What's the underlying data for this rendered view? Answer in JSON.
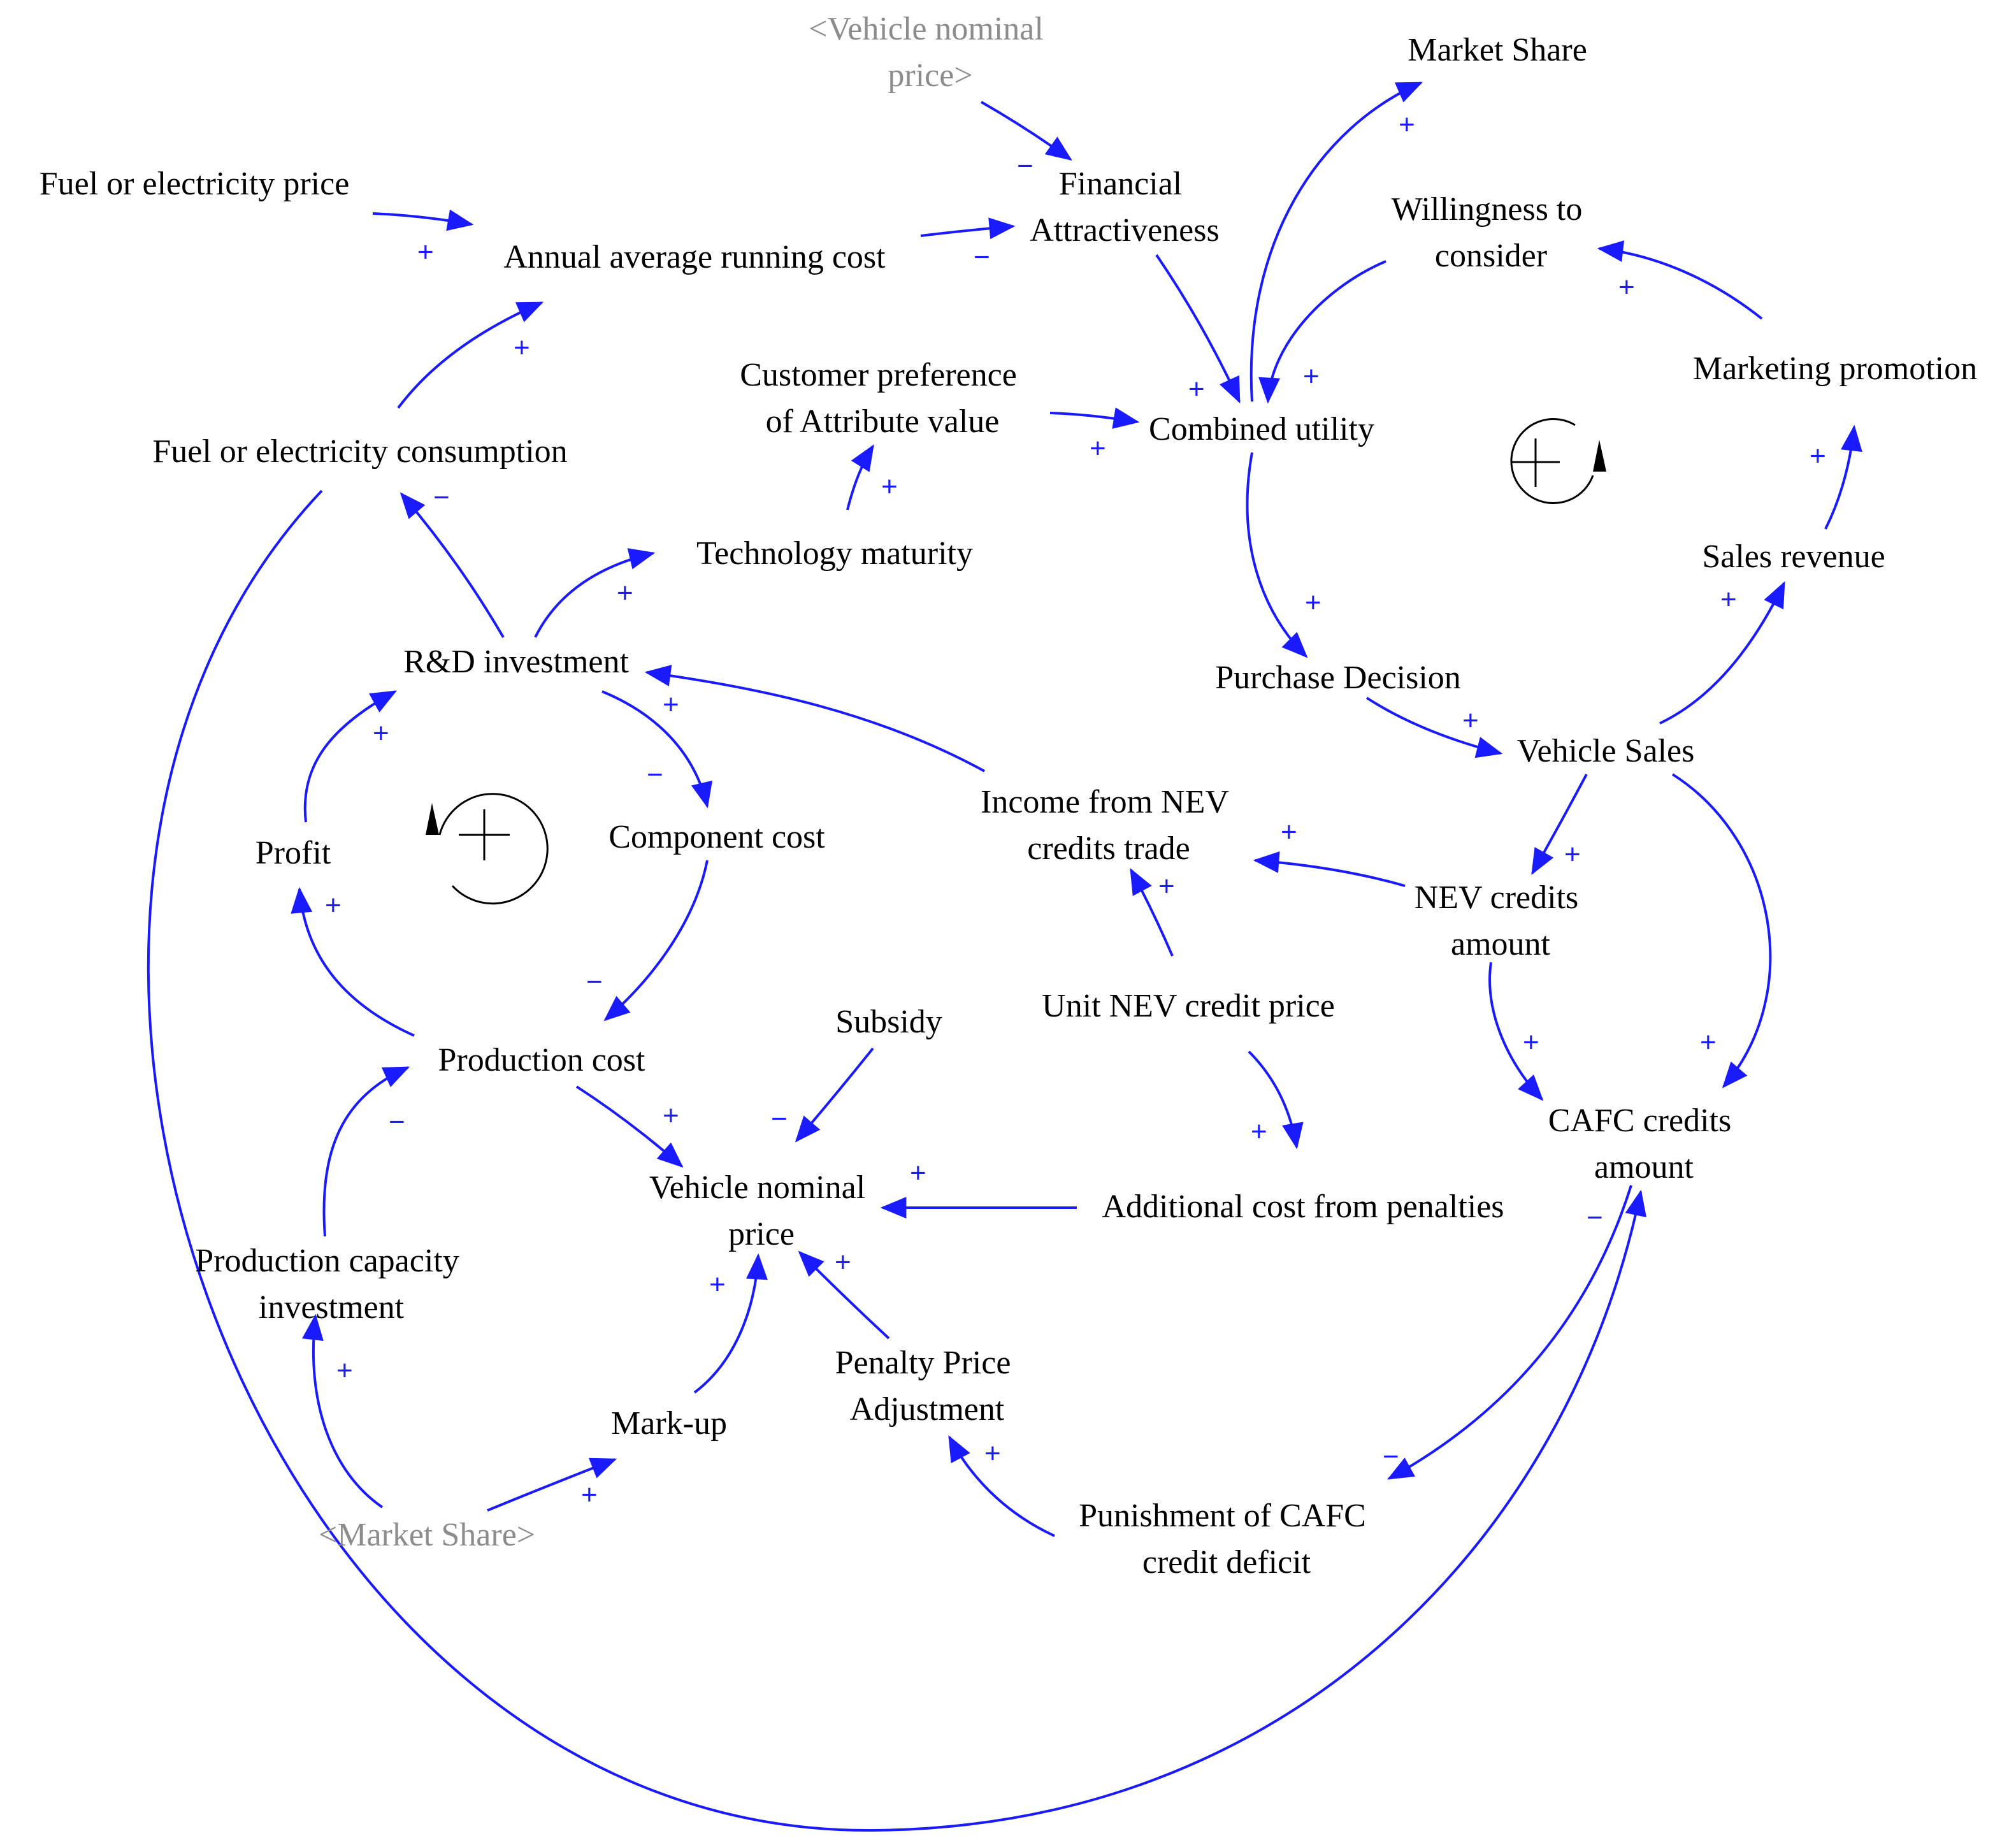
{
  "colors": {
    "link": "#1a1aff",
    "shadow_text": "#8c8c8c",
    "text": "#000000"
  },
  "nodes": {
    "vehicle_nominal_price_shadow": [
      "<Vehicle nominal",
      "price>"
    ],
    "market_share_top": [
      "Market Share"
    ],
    "fuel_price": [
      "Fuel or electricity price"
    ],
    "annual_cost": [
      "Annual average running cost"
    ],
    "financial_attr": [
      "Financial",
      "Attractiveness"
    ],
    "willingness": [
      "Willingness to",
      "consider"
    ],
    "marketing": [
      "Marketing promotion"
    ],
    "customer_pref": [
      "Customer preference",
      "of Attribute value"
    ],
    "combined_utility": [
      "Combined utility"
    ],
    "fuel_consumption": [
      "Fuel or electricity consumption"
    ],
    "tech_maturity": [
      "Technology maturity"
    ],
    "sales_revenue": [
      "Sales revenue"
    ],
    "rd_investment": [
      "R&D investment"
    ],
    "purchase_decision": [
      "Purchase Decision"
    ],
    "vehicle_sales": [
      "Vehicle Sales"
    ],
    "income_nev": [
      "Income from NEV",
      "credits trade"
    ],
    "profit": [
      "Profit"
    ],
    "component_cost": [
      "Component cost"
    ],
    "nev_credits": [
      "NEV credits",
      "amount"
    ],
    "unit_nev_price": [
      "Unit NEV credit price"
    ],
    "subsidy": [
      "Subsidy"
    ],
    "production_cost": [
      "Production cost"
    ],
    "cafc_credits": [
      "CAFC credits",
      "amount"
    ],
    "vehicle_nominal_price": [
      "Vehicle nominal",
      "price"
    ],
    "additional_cost": [
      "Additional cost from penalties"
    ],
    "production_capacity": [
      "Production capacity",
      "investment"
    ],
    "penalty_adjust": [
      "Penalty Price",
      "Adjustment"
    ],
    "markup": [
      "Mark-up"
    ],
    "punishment": [
      "Punishment of CAFC",
      "credit deficit"
    ],
    "market_share_shadow": [
      "<Market Share>"
    ]
  },
  "polarities": {
    "p01": "−",
    "p02": "+",
    "p03": "−",
    "p04": "+",
    "p05": "+",
    "p06": "+",
    "p07": "+",
    "p08": "+",
    "p09": "+",
    "p10": "+",
    "p11": "+",
    "p12": "−",
    "p13": "+",
    "p14": "+",
    "p15": "+",
    "p16": "+",
    "p17": "+",
    "p18": "+",
    "p19": "−",
    "p20": "+",
    "p21": "+",
    "p22": "+",
    "p23": "+",
    "p24": "−",
    "p25": "+",
    "p26": "+",
    "p27": "+",
    "p28": "+",
    "p29": "−",
    "p30": "−",
    "p31": "+",
    "p32": "+",
    "p33": "+",
    "p34": "+",
    "p35": "−",
    "p36": "+",
    "p37": "−",
    "p38": "+"
  },
  "loops": {
    "loop_right": "+",
    "loop_left": "+"
  }
}
